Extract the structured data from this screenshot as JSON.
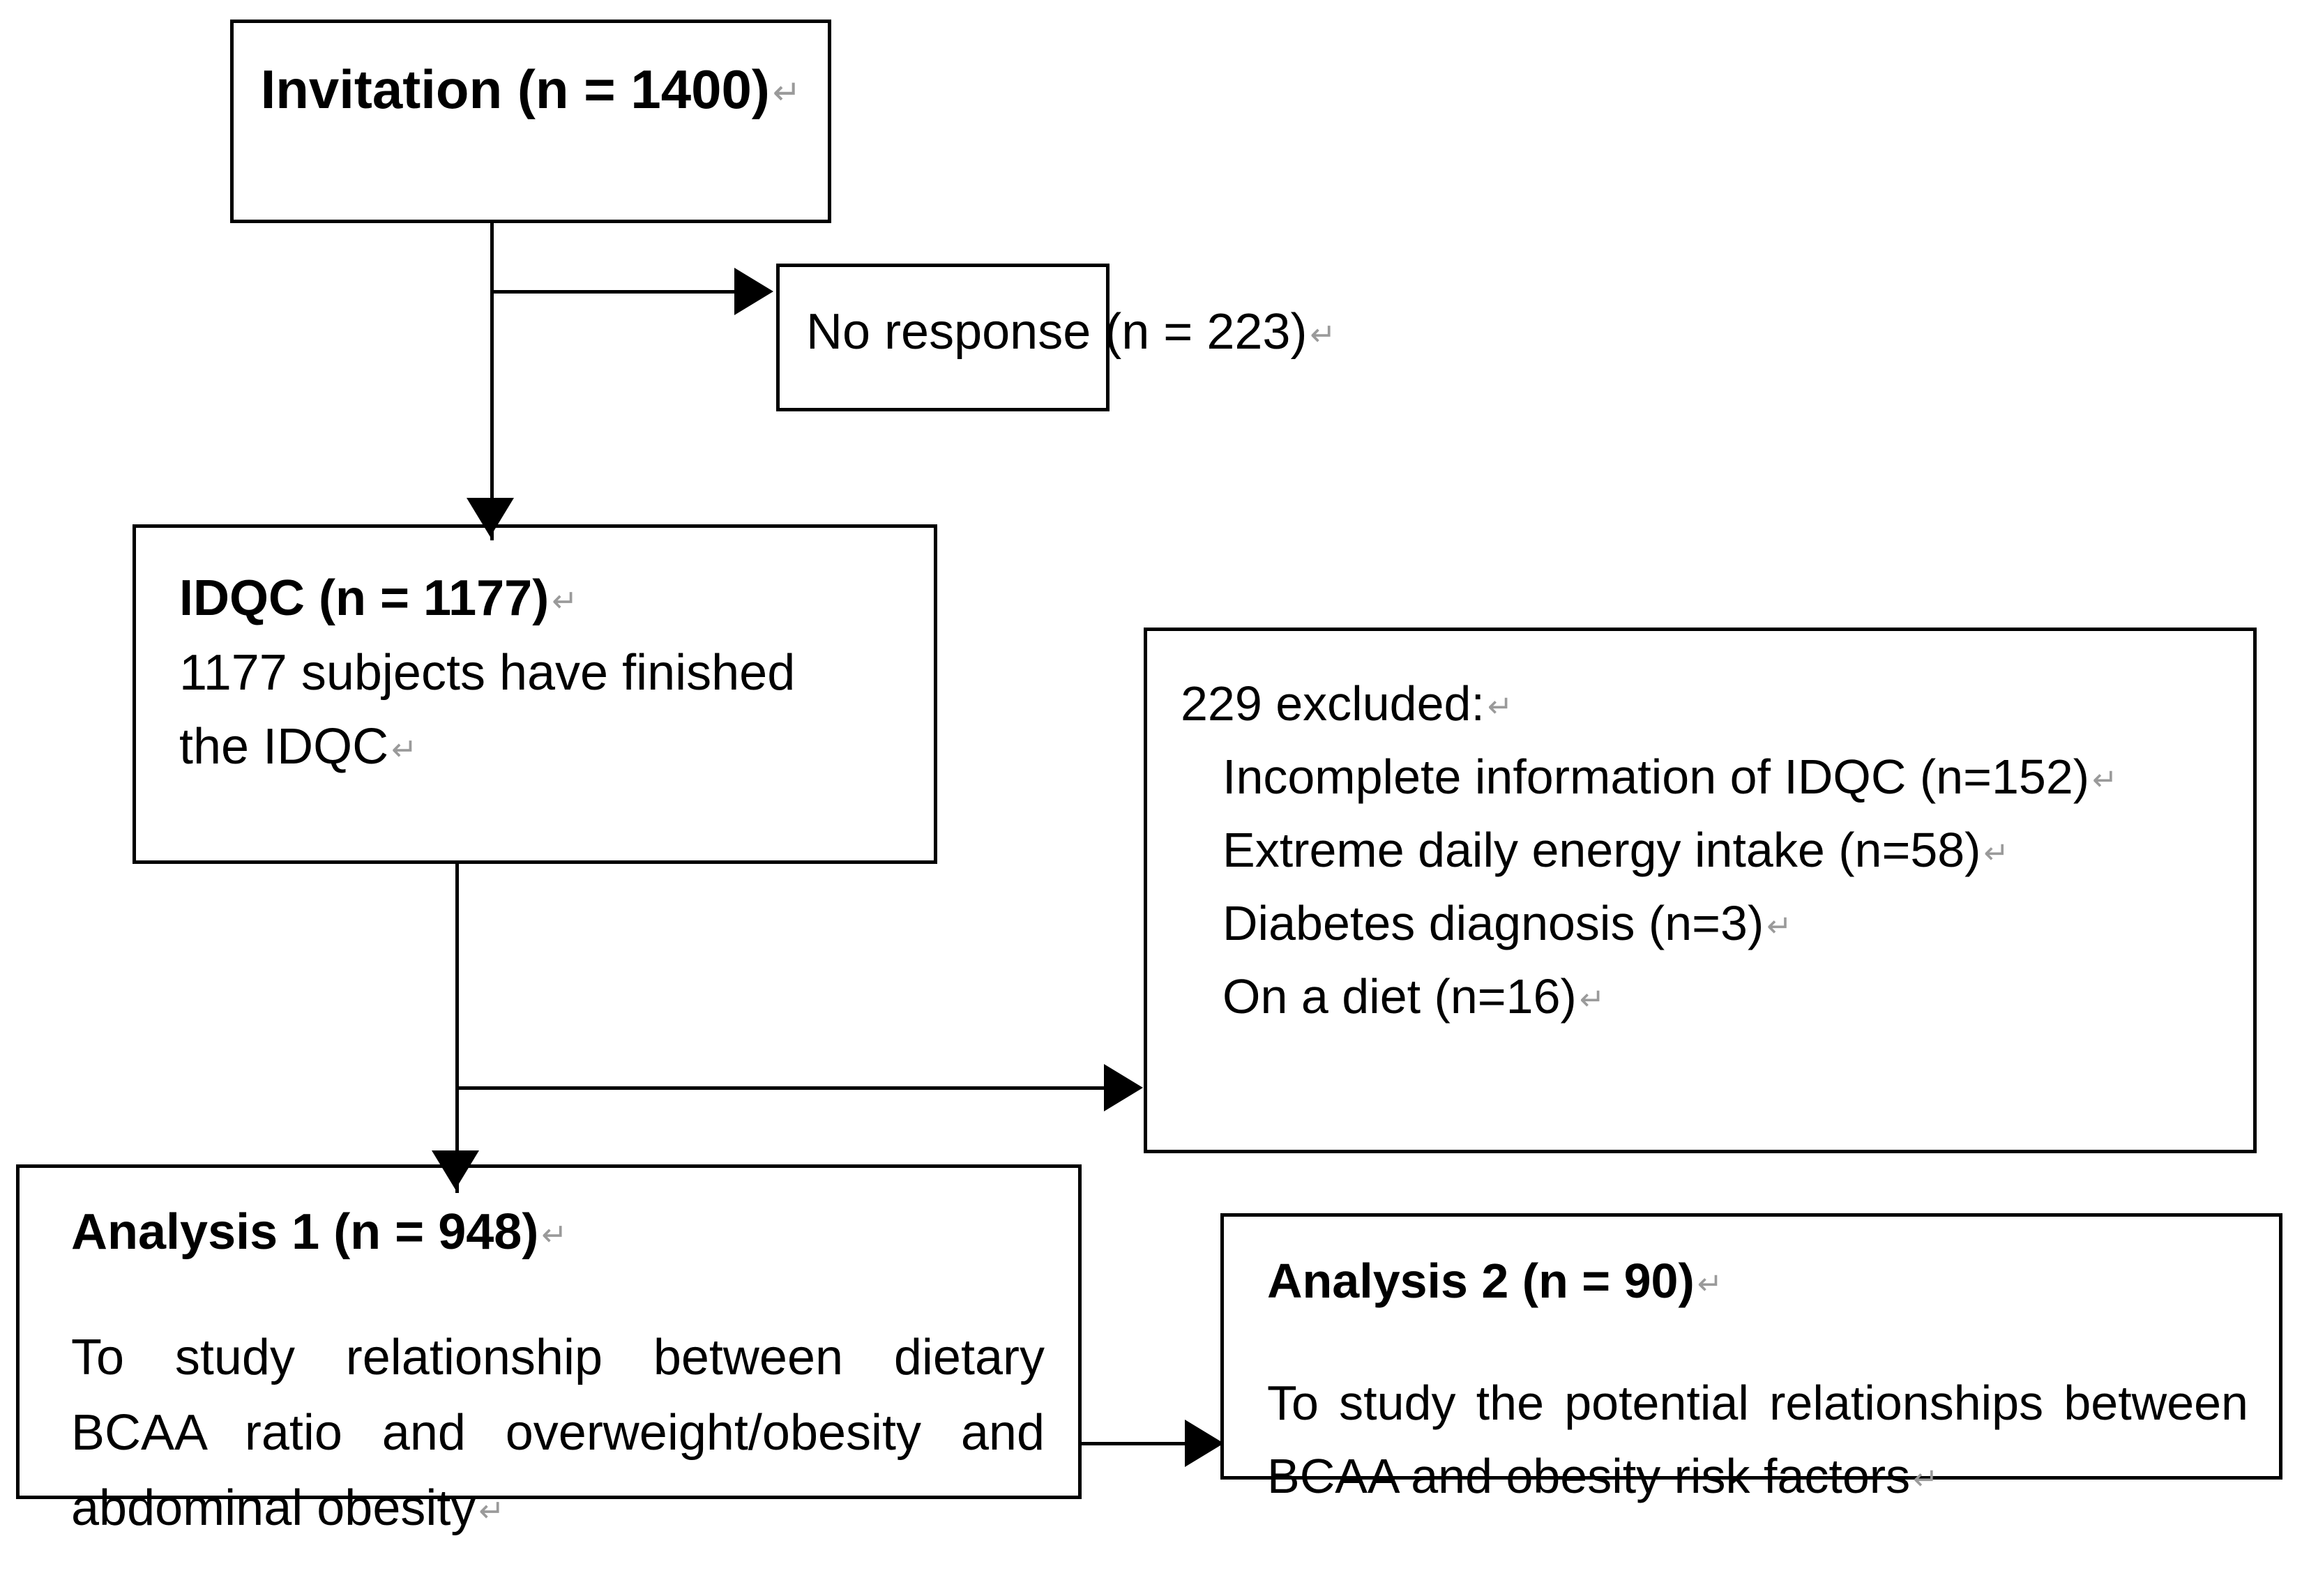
{
  "diagram": {
    "title": "Study participant flow diagram",
    "return_mark": "↵",
    "line_color": "#000000",
    "box_fill": "#ffffff",
    "boxes": {
      "invitation": {
        "label": "Invitation (n = 1400)",
        "n": 1400,
        "bold": true
      },
      "no_response": {
        "label": "No response (n = 223)",
        "n": 223,
        "bold": false
      },
      "idqc": {
        "heading": "IDQC (n = 1177)",
        "n": 1177,
        "line1": "1177 subjects have finished",
        "line2": "the IDQC"
      },
      "excluded": {
        "heading": "229 excluded:",
        "total": 229,
        "items": [
          {
            "label": "Incomplete information of IDQC (n=152)",
            "n": 152
          },
          {
            "label": "Extreme daily energy intake (n=58)",
            "n": 58
          },
          {
            "label": "Diabetes diagnosis (n=3)",
            "n": 3
          },
          {
            "label": "On a diet (n=16)",
            "n": 16
          }
        ]
      },
      "analysis1": {
        "heading": "Analysis 1 (n = 948)",
        "n": 948,
        "body": "To study relationship between dietary BCAA ratio and overweight/obesity and abdominal obesity"
      },
      "analysis2": {
        "heading": "Analysis 2 (n = 90)",
        "n": 90,
        "body": "To study the potential relationships between BCAA and obesity risk factors"
      }
    }
  }
}
